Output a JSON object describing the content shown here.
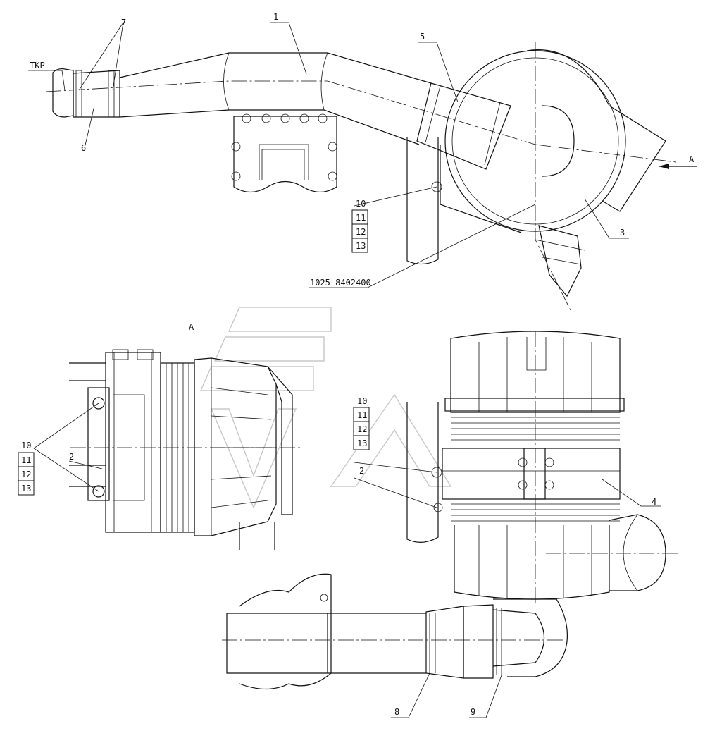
{
  "callouts": {
    "c1": "1",
    "c2_left": "2",
    "c2_right": "2",
    "c3": "3",
    "c4": "4",
    "c5": "5",
    "c6": "6",
    "c7": "7",
    "c8": "8",
    "c9": "9",
    "tkr": "ТКР",
    "part_number": "1025-8402400"
  },
  "view_label_left": "A",
  "view_label_top": "A",
  "fastener_stack_top": [
    "10",
    "11",
    "12",
    "13"
  ],
  "fastener_stack_mid": [
    "10",
    "11",
    "12",
    "13"
  ],
  "fastener_stack_left": [
    "10",
    "11",
    "12",
    "13"
  ]
}
